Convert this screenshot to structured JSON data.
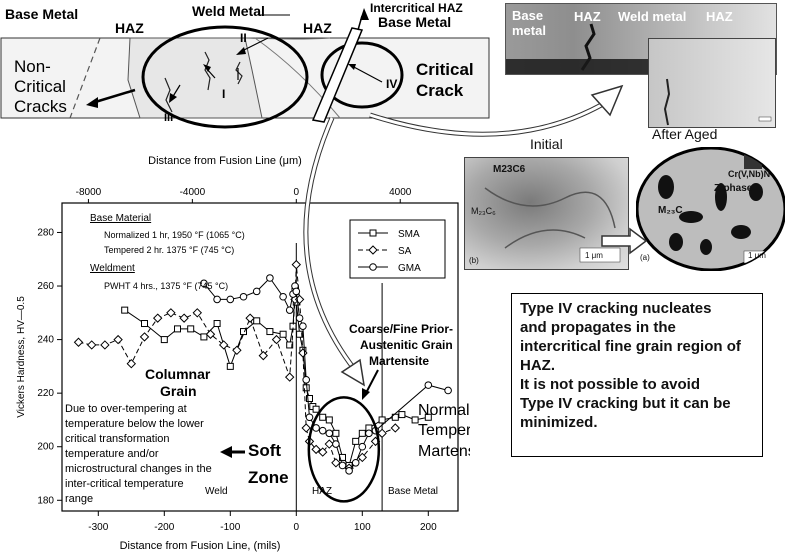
{
  "weld_schematic": {
    "base_metal_left": "Base Metal",
    "haz_left": "HAZ",
    "weld_metal": "Weld Metal",
    "haz_right": "HAZ",
    "intercritical_haz": "Intercritical HAZ",
    "base_metal_right": "Base Metal",
    "non_critical_cracks": [
      "Non-",
      "Critical",
      "Cracks"
    ],
    "critical_crack": [
      "Critical",
      "Crack"
    ],
    "crack_labels": [
      "II",
      "I",
      "III",
      "IV"
    ]
  },
  "micrograph_strip": {
    "base_metal": [
      "Base",
      "metal"
    ],
    "haz_left": "HAZ",
    "weld_metal": "Weld metal",
    "haz_right": "HAZ"
  },
  "micrographs": {
    "initial_title": "Initial",
    "after_aged_title": "After Aged",
    "initial_label": "M23C6",
    "initial_sub_label": "M₂₃C₆",
    "initial_panel": "(b)",
    "initial_scale": "1 μm",
    "aged_labels": [
      "M₂₃C",
      "Z-phase",
      "Cr(V,Nb)N"
    ],
    "aged_panel": "(a)",
    "aged_scale": "1 μm"
  },
  "chart_data": {
    "type": "scatter",
    "top_axis_label": "Distance from Fusion Line (μm)",
    "top_ticks": [
      -8000,
      -4000,
      0,
      4000
    ],
    "xlabel": "Distance from Fusion Line, (mils)",
    "ylabel": "Vickers Hardness, HV—0.5",
    "xlim": [
      -355,
      245
    ],
    "ylim": [
      176,
      291
    ],
    "x_ticks": [
      -300,
      -200,
      -100,
      0,
      100,
      200
    ],
    "y_ticks": [
      180,
      200,
      220,
      240,
      260,
      280
    ],
    "legend": [
      "SMA",
      "SA",
      "GMA"
    ],
    "legend_position": "top-right",
    "series": [
      {
        "name": "SMA",
        "marker": "square",
        "points": [
          [
            -260,
            251
          ],
          [
            -230,
            246
          ],
          [
            -200,
            240
          ],
          [
            -180,
            244
          ],
          [
            -160,
            244
          ],
          [
            -140,
            241
          ],
          [
            -120,
            246
          ],
          [
            -100,
            230
          ],
          [
            -80,
            243
          ],
          [
            -60,
            247
          ],
          [
            -40,
            243
          ],
          [
            -20,
            242
          ],
          [
            -10,
            238
          ],
          [
            -5,
            245
          ],
          [
            -2,
            258
          ],
          [
            0,
            254
          ],
          [
            5,
            242
          ],
          [
            10,
            236
          ],
          [
            15,
            222
          ],
          [
            20,
            218
          ],
          [
            25,
            215
          ],
          [
            30,
            214
          ],
          [
            40,
            211
          ],
          [
            50,
            210
          ],
          [
            60,
            205
          ],
          [
            70,
            196
          ],
          [
            80,
            193
          ],
          [
            90,
            202
          ],
          [
            100,
            205
          ],
          [
            110,
            207
          ],
          [
            130,
            210
          ],
          [
            150,
            211
          ],
          [
            160,
            212
          ],
          [
            180,
            210
          ],
          [
            200,
            211
          ]
        ]
      },
      {
        "name": "SA",
        "marker": "diamond",
        "points": [
          [
            -330,
            239
          ],
          [
            -310,
            238
          ],
          [
            -290,
            238
          ],
          [
            -270,
            240
          ],
          [
            -250,
            231
          ],
          [
            -230,
            241
          ],
          [
            -210,
            248
          ],
          [
            -190,
            250
          ],
          [
            -170,
            248
          ],
          [
            -150,
            250
          ],
          [
            -130,
            242
          ],
          [
            -110,
            238
          ],
          [
            -90,
            236
          ],
          [
            -70,
            248
          ],
          [
            -50,
            234
          ],
          [
            -30,
            240
          ],
          [
            -10,
            226
          ],
          [
            -2,
            255
          ],
          [
            0,
            268
          ],
          [
            5,
            255
          ],
          [
            10,
            235
          ],
          [
            15,
            207
          ],
          [
            20,
            202
          ],
          [
            30,
            199
          ],
          [
            40,
            198
          ],
          [
            50,
            201
          ],
          [
            60,
            194
          ],
          [
            80,
            192
          ],
          [
            100,
            196
          ],
          [
            120,
            202
          ],
          [
            130,
            205
          ],
          [
            150,
            207
          ]
        ]
      },
      {
        "name": "GMA",
        "marker": "circle",
        "points": [
          [
            -140,
            261
          ],
          [
            -120,
            255
          ],
          [
            -100,
            255
          ],
          [
            -80,
            256
          ],
          [
            -60,
            258
          ],
          [
            -40,
            263
          ],
          [
            -20,
            256
          ],
          [
            -10,
            251
          ],
          [
            -5,
            257
          ],
          [
            -2,
            260
          ],
          [
            0,
            258
          ],
          [
            5,
            248
          ],
          [
            10,
            245
          ],
          [
            15,
            225
          ],
          [
            20,
            211
          ],
          [
            30,
            207
          ],
          [
            40,
            206
          ],
          [
            50,
            205
          ],
          [
            60,
            201
          ],
          [
            70,
            193
          ],
          [
            80,
            191
          ],
          [
            90,
            194
          ],
          [
            100,
            200
          ],
          [
            110,
            205
          ],
          [
            120,
            206
          ],
          [
            200,
            223
          ],
          [
            230,
            221
          ]
        ]
      }
    ],
    "annotations": {
      "base_material_title": "Base Material",
      "base_material_line1": "Normalized 1 hr, 1950 °F (1065 °C)",
      "base_material_line2": "Tempered 2 hr. 1375 °F (745 °C)",
      "weldment_title": "Weldment",
      "weldment_line": "PWHT 4 hrs., 1375 °F (745 °C)",
      "columnar_grain": [
        "Columnar",
        "Grain"
      ],
      "over_tempering": [
        "Due to over-tempering at",
        "temperature below the lower",
        "critical transformation",
        "temperature and/or",
        "microstructural changes in the",
        "inter-critical temperature",
        "range"
      ],
      "soft_zone": [
        "Soft",
        "Zone"
      ],
      "coarse_fine": [
        "Coarse/Fine Prior-",
        "Austenitic Grain",
        "Martensite"
      ],
      "normal_tempered": [
        "Normal",
        "Tempered",
        "Martensite"
      ],
      "region_weld": "Weld",
      "region_haz": "HAZ",
      "region_base": "Base Metal"
    }
  },
  "description_box": {
    "lines": [
      "Type IV cracking nucleates",
      "and propagates in the",
      "intercritical fine grain region of",
      "HAZ.",
      "It is not possible to avoid",
      "Type IV cracking but it can be",
      "minimized."
    ]
  }
}
